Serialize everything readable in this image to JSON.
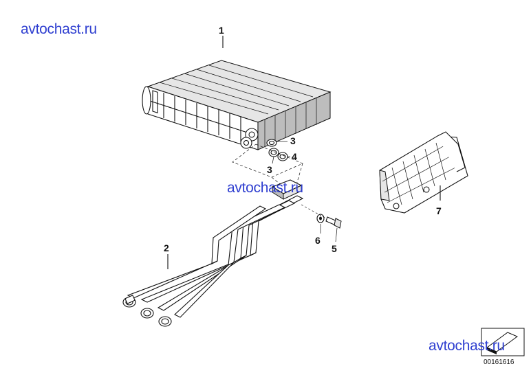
{
  "watermarks": [
    "avtochast.ru",
    "avtochast.ru",
    "avtochast.ru"
  ],
  "parts": [
    {
      "number": "1",
      "part": "heater-core"
    },
    {
      "number": "2",
      "part": "coolant-pipe-set"
    },
    {
      "number": "3",
      "part": "o-ring-upper"
    },
    {
      "number": "3",
      "part": "o-ring-lower"
    },
    {
      "number": "4",
      "part": "o-ring-large"
    },
    {
      "number": "5",
      "part": "bolt"
    },
    {
      "number": "6",
      "part": "washer"
    },
    {
      "number": "7",
      "part": "cover-plate"
    }
  ],
  "diagram_number": "00161616"
}
